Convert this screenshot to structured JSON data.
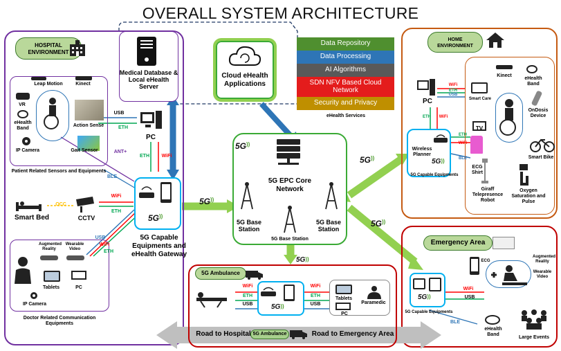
{
  "title": "OVERALL SYSTEM ARCHITECTURE",
  "hospital": {
    "label": "HOSPITAL\nENVIRONMENT",
    "db_label": "Medical Database & Local eHealth Server",
    "sensors": {
      "leap": "Leap Motion",
      "kinect": "Kinect",
      "vr": "VR",
      "ehealth_band": "eHealth Band",
      "action_sense": "Action Sense",
      "ip_camera": "IP Camera",
      "gait": "Gait Sensor",
      "group": "Patient Related Sensors and Equipments"
    },
    "pc": "PC",
    "usb": "USB",
    "eth": "ETH",
    "wifi": "WiFi",
    "ant": "ANT+",
    "ble": "BLE",
    "smart_bed": "Smart Bed",
    "occ": "OCC",
    "cctv": "CCTV",
    "gateway": "5G Capable Equipments and eHealth Gateway",
    "doctor": {
      "ar": "Augmented Reality",
      "wearable": "Wearable Video",
      "tablets": "Tablets",
      "pc": "PC",
      "ip_camera": "IP Camera",
      "group": "Doctor Related Communication Equipments"
    }
  },
  "cloud": {
    "label": "Cloud eHealth Applications"
  },
  "services": {
    "items": [
      {
        "label": "Data Repository",
        "color": "#4f8f2f"
      },
      {
        "label": "Data Processing",
        "color": "#2e75b6"
      },
      {
        "label": "AI Algorithms",
        "color": "#595959"
      },
      {
        "label": "SDN NFV Based Cloud Network",
        "color": "#e41c1c"
      },
      {
        "label": "Security and Privacy",
        "color": "#bf8f00"
      }
    ],
    "caption": "eHealth Services"
  },
  "core": {
    "label": "5G EPC Core Network",
    "bs_left": "5G Base Station",
    "bs_right": "5G Base Station",
    "bs_bottom": "5G Base Station"
  },
  "g5": "5G",
  "home": {
    "label": "HOME\nENVIRONMENT",
    "pc": "PC",
    "wifi": "WiFi",
    "eth": "ETH",
    "usb": "USB",
    "ble": "BLE",
    "smart_care": "Smart Care",
    "kinect": "Kinect",
    "ehealth_band": "eHealth Band",
    "ondosis": "OnDosis Device",
    "tv": "TV",
    "smart_bike": "Smart Bike",
    "wireless_planner": "Wireless Planner",
    "capable": "5G Capable Equipments",
    "ecg_shirt": "ECG Shirt",
    "giraff": "Giraff Telepresence Robot",
    "oxygen": "Oxygen Saturation and Pulse"
  },
  "ambulance": {
    "label": "5G Ambulance",
    "wifi": "WiFi",
    "eth": "ETH",
    "usb": "USB",
    "tablets": "Tablets",
    "pc": "PC",
    "paramedic": "Paramedic"
  },
  "emergency": {
    "label": "Emergency Area",
    "ecg": "ECG",
    "ar": "Augmented Reality",
    "wearable": "Wearable Video",
    "capable": "5G Capable Equipments",
    "wifi": "WiFi",
    "usb": "USB",
    "ble": "BLE",
    "ehealth_band": "eHealth Band",
    "large_events": "Large Events"
  },
  "road": {
    "left": "Road to Hospital",
    "ambulance": "5G Ambulance",
    "right": "Road to Emergency Area"
  },
  "colors": {
    "hospital_border": "#7030a0",
    "home_border": "#c55a11",
    "emergency_border": "#c00000",
    "core_border": "#3aaa35",
    "link_blue": "#2e75b6",
    "link_green": "#92d050",
    "wifi_red": "#ff0000",
    "eth_green": "#00a651"
  }
}
